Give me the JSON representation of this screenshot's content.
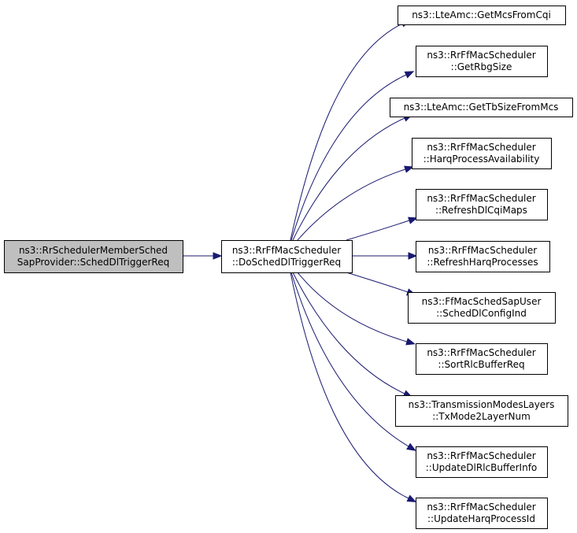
{
  "colors": {
    "edge": "#191970",
    "node_border": "#000000",
    "node_fill": "#ffffff",
    "highlighted_node_fill": "#bfbfbf"
  },
  "nodes": [
    {
      "id": "caller",
      "lines": [
        "ns3::RrSchedulerMemberSched",
        "SapProvider::SchedDlTriggerReq"
      ],
      "highlighted": true,
      "interactable": false
    },
    {
      "id": "focus",
      "lines": [
        "ns3::RrFfMacScheduler",
        "::DoSchedDlTriggerReq"
      ],
      "highlighted": false,
      "interactable": true
    },
    {
      "id": "get-mcs-from-cqi",
      "lines": [
        "ns3::LteAmc::GetMcsFromCqi"
      ],
      "highlighted": false,
      "interactable": true
    },
    {
      "id": "get-rbg-size",
      "lines": [
        "ns3::RrFfMacScheduler",
        "::GetRbgSize"
      ],
      "highlighted": false,
      "interactable": true
    },
    {
      "id": "get-tb-size-from-mcs",
      "lines": [
        "ns3::LteAmc::GetTbSizeFromMcs"
      ],
      "highlighted": false,
      "interactable": true
    },
    {
      "id": "harq-process-availability",
      "lines": [
        "ns3::RrFfMacScheduler",
        "::HarqProcessAvailability"
      ],
      "highlighted": false,
      "interactable": true
    },
    {
      "id": "refresh-dl-cqi-maps",
      "lines": [
        "ns3::RrFfMacScheduler",
        "::RefreshDlCqiMaps"
      ],
      "highlighted": false,
      "interactable": true
    },
    {
      "id": "refresh-harq-processes",
      "lines": [
        "ns3::RrFfMacScheduler",
        "::RefreshHarqProcesses"
      ],
      "highlighted": false,
      "interactable": true
    },
    {
      "id": "sched-dl-config-ind",
      "lines": [
        "ns3::FfMacSchedSapUser",
        "::SchedDlConfigInd"
      ],
      "highlighted": false,
      "interactable": true
    },
    {
      "id": "sort-rlc-buffer-req",
      "lines": [
        "ns3::RrFfMacScheduler",
        "::SortRlcBufferReq"
      ],
      "highlighted": false,
      "interactable": true
    },
    {
      "id": "tx-mode2-layer-num",
      "lines": [
        "ns3::TransmissionModesLayers",
        "::TxMode2LayerNum"
      ],
      "highlighted": false,
      "interactable": true
    },
    {
      "id": "update-dl-rlc-buffer-info",
      "lines": [
        "ns3::RrFfMacScheduler",
        "::UpdateDlRlcBufferInfo"
      ],
      "highlighted": false,
      "interactable": true
    },
    {
      "id": "update-harq-process-id",
      "lines": [
        "ns3::RrFfMacScheduler",
        "::UpdateHarqProcessId"
      ],
      "highlighted": false,
      "interactable": true
    }
  ],
  "edges": [
    {
      "from": "caller",
      "to": "focus"
    },
    {
      "from": "focus",
      "to": "get-mcs-from-cqi"
    },
    {
      "from": "focus",
      "to": "get-rbg-size"
    },
    {
      "from": "focus",
      "to": "get-tb-size-from-mcs"
    },
    {
      "from": "focus",
      "to": "harq-process-availability"
    },
    {
      "from": "focus",
      "to": "refresh-dl-cqi-maps"
    },
    {
      "from": "focus",
      "to": "refresh-harq-processes"
    },
    {
      "from": "focus",
      "to": "sched-dl-config-ind"
    },
    {
      "from": "focus",
      "to": "sort-rlc-buffer-req"
    },
    {
      "from": "focus",
      "to": "tx-mode2-layer-num"
    },
    {
      "from": "focus",
      "to": "update-dl-rlc-buffer-info"
    },
    {
      "from": "focus",
      "to": "update-harq-process-id"
    }
  ]
}
